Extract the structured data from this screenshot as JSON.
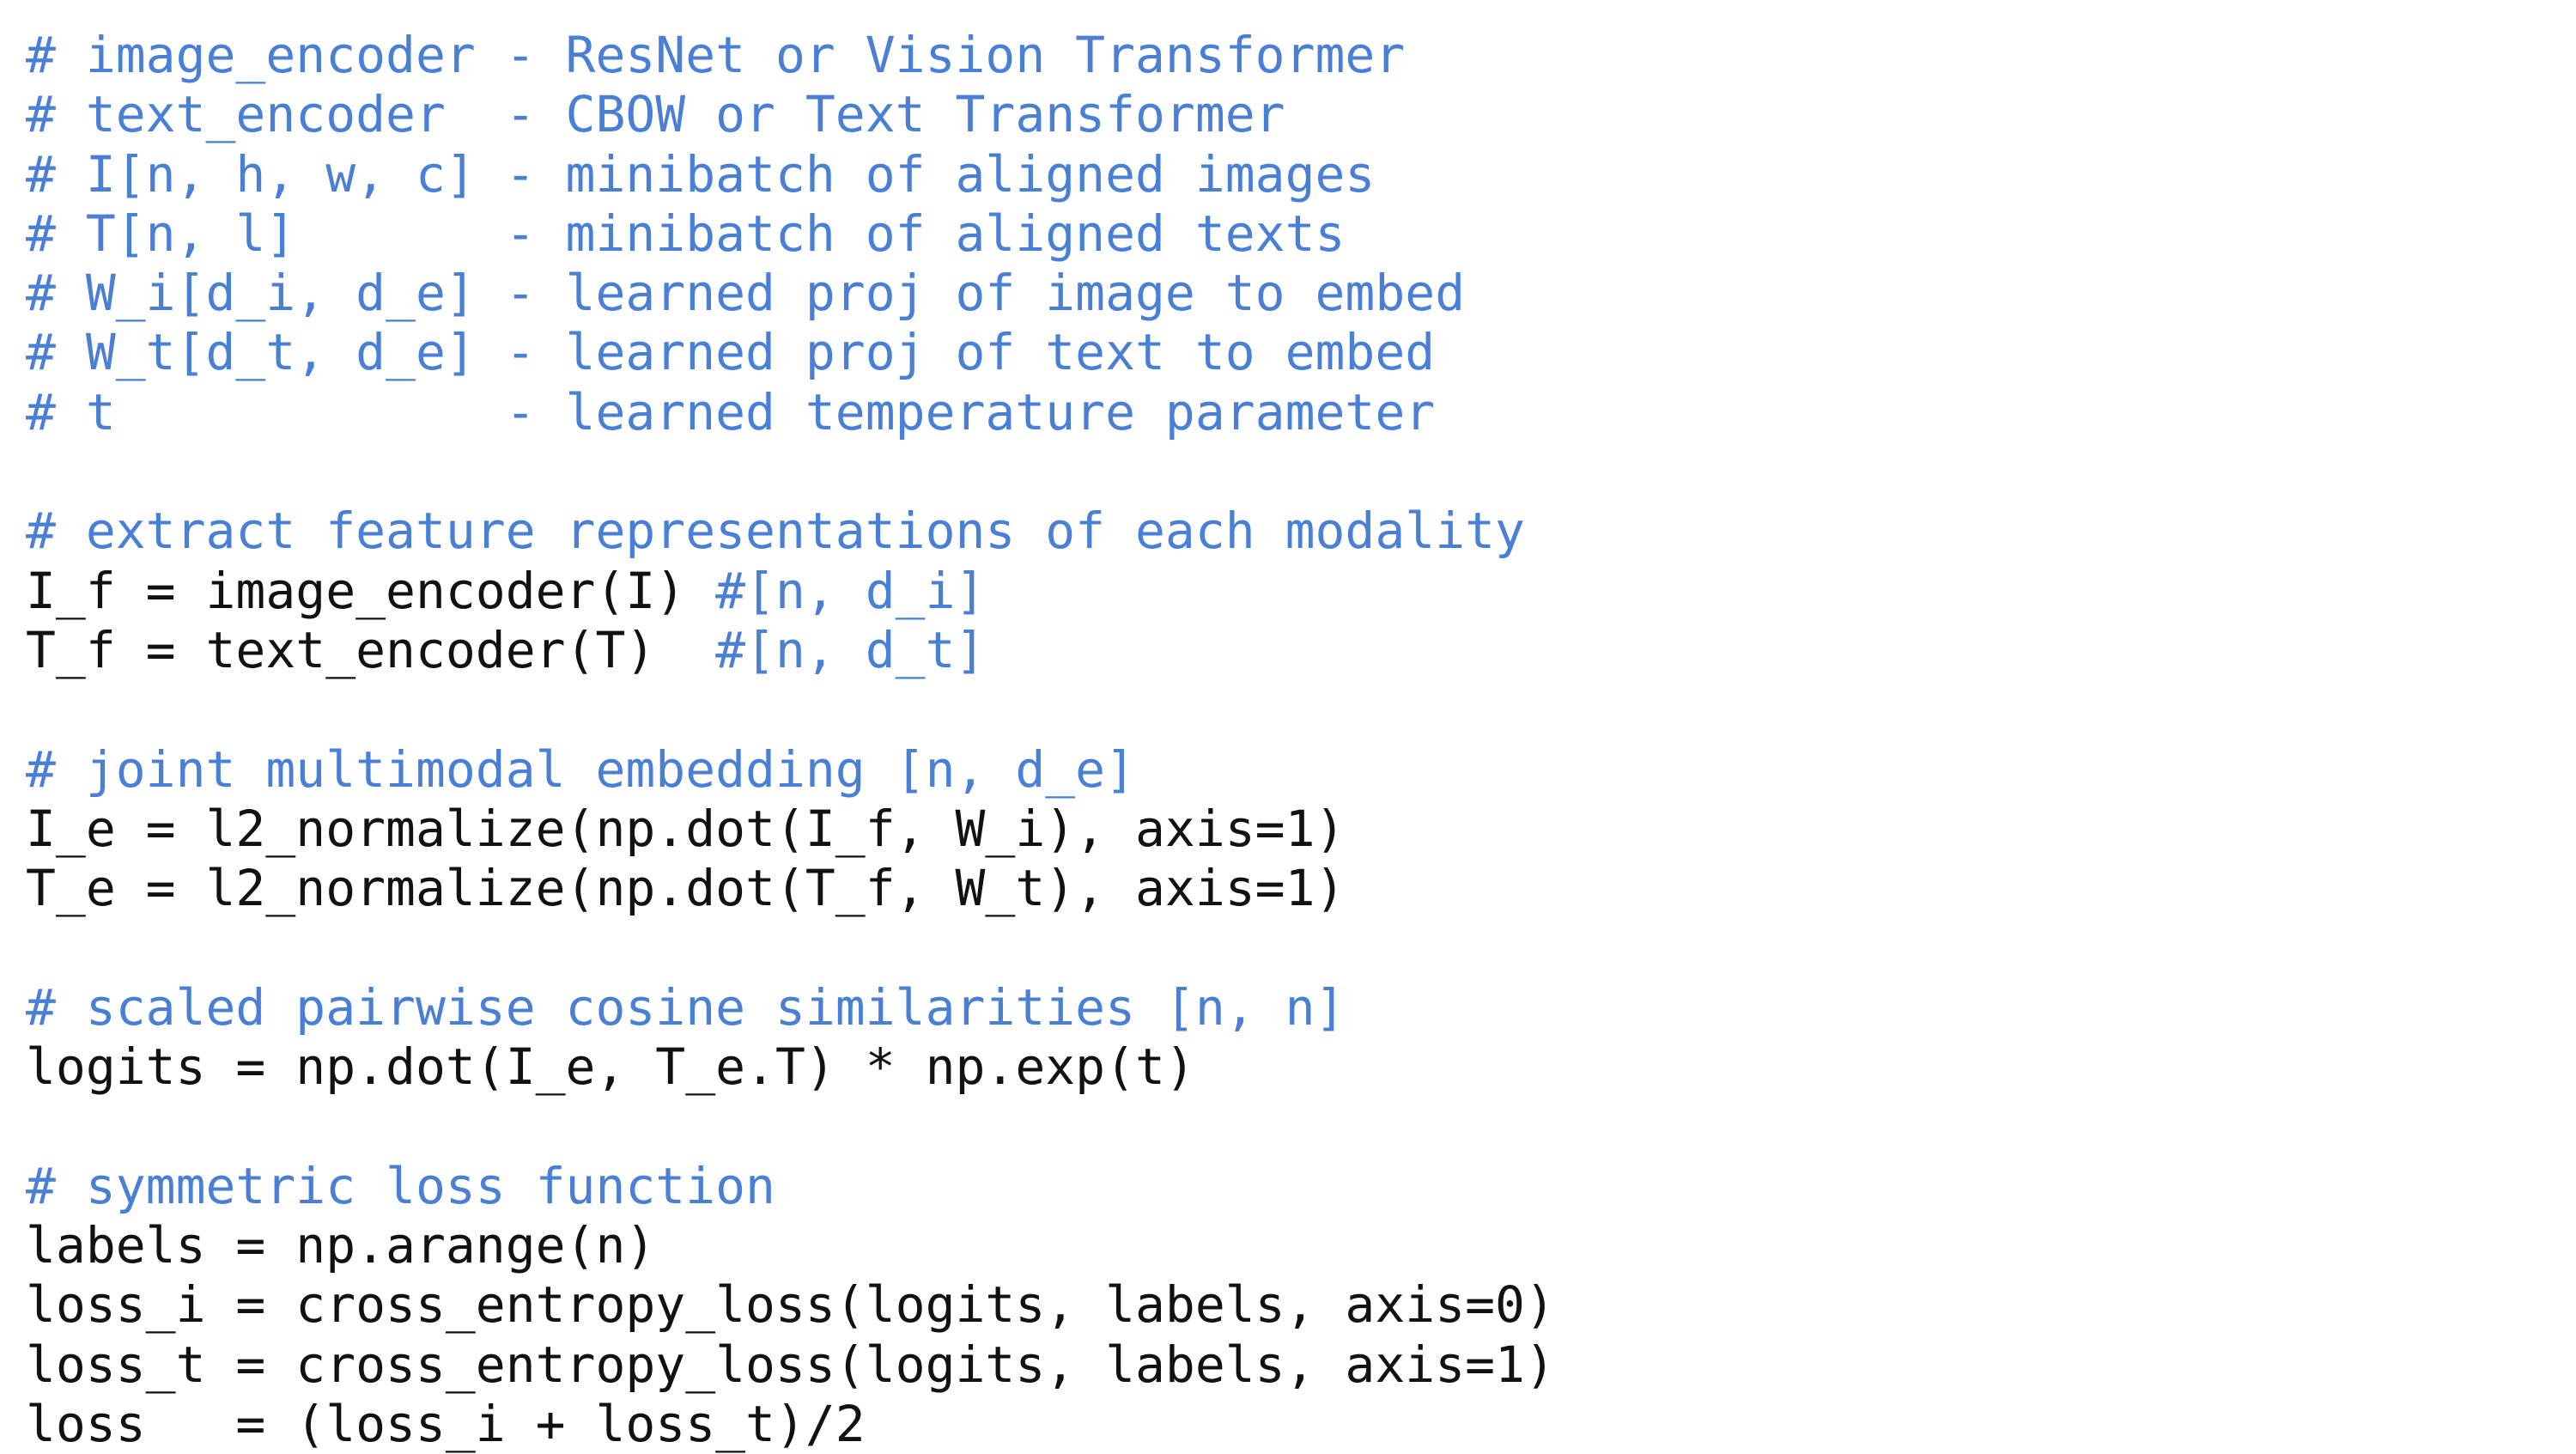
{
  "colors": {
    "background": "#ffffff",
    "code": "#111111",
    "comment": "#4a7fd6"
  },
  "lines": [
    [
      {
        "t": "c",
        "s": "# image_encoder - ResNet or Vision Transformer"
      }
    ],
    [
      {
        "t": "c",
        "s": "# text_encoder  - CBOW or Text Transformer"
      }
    ],
    [
      {
        "t": "c",
        "s": "# I[n, h, w, c] - minibatch of aligned images"
      }
    ],
    [
      {
        "t": "c",
        "s": "# T[n, l]       - minibatch of aligned texts"
      }
    ],
    [
      {
        "t": "c",
        "s": "# W_i[d_i, d_e] - learned proj of image to embed"
      }
    ],
    [
      {
        "t": "c",
        "s": "# W_t[d_t, d_e] - learned proj of text to embed"
      }
    ],
    [
      {
        "t": "c",
        "s": "# t             - learned temperature parameter"
      }
    ],
    [],
    [
      {
        "t": "c",
        "s": "# extract feature representations of each modality"
      }
    ],
    [
      {
        "t": "k",
        "s": "I_f = image_encoder(I) "
      },
      {
        "t": "c",
        "s": "#[n, d_i]"
      }
    ],
    [
      {
        "t": "k",
        "s": "T_f = text_encoder(T)  "
      },
      {
        "t": "c",
        "s": "#[n, d_t]"
      }
    ],
    [],
    [
      {
        "t": "c",
        "s": "# joint multimodal embedding [n, d_e]"
      }
    ],
    [
      {
        "t": "k",
        "s": "I_e = l2_normalize(np.dot(I_f, W_i), axis=1)"
      }
    ],
    [
      {
        "t": "k",
        "s": "T_e = l2_normalize(np.dot(T_f, W_t), axis=1)"
      }
    ],
    [],
    [
      {
        "t": "c",
        "s": "# scaled pairwise cosine similarities [n, n]"
      }
    ],
    [
      {
        "t": "k",
        "s": "logits = np.dot(I_e, T_e.T) * np.exp(t)"
      }
    ],
    [],
    [
      {
        "t": "c",
        "s": "# symmetric loss function"
      }
    ],
    [
      {
        "t": "k",
        "s": "labels = np.arange(n)"
      }
    ],
    [
      {
        "t": "k",
        "s": "loss_i = cross_entropy_loss(logits, labels, axis=0)"
      }
    ],
    [
      {
        "t": "k",
        "s": "loss_t = cross_entropy_loss(logits, labels, axis=1)"
      }
    ],
    [
      {
        "t": "k",
        "s": "loss   = (loss_i + loss_t)/2"
      }
    ]
  ]
}
